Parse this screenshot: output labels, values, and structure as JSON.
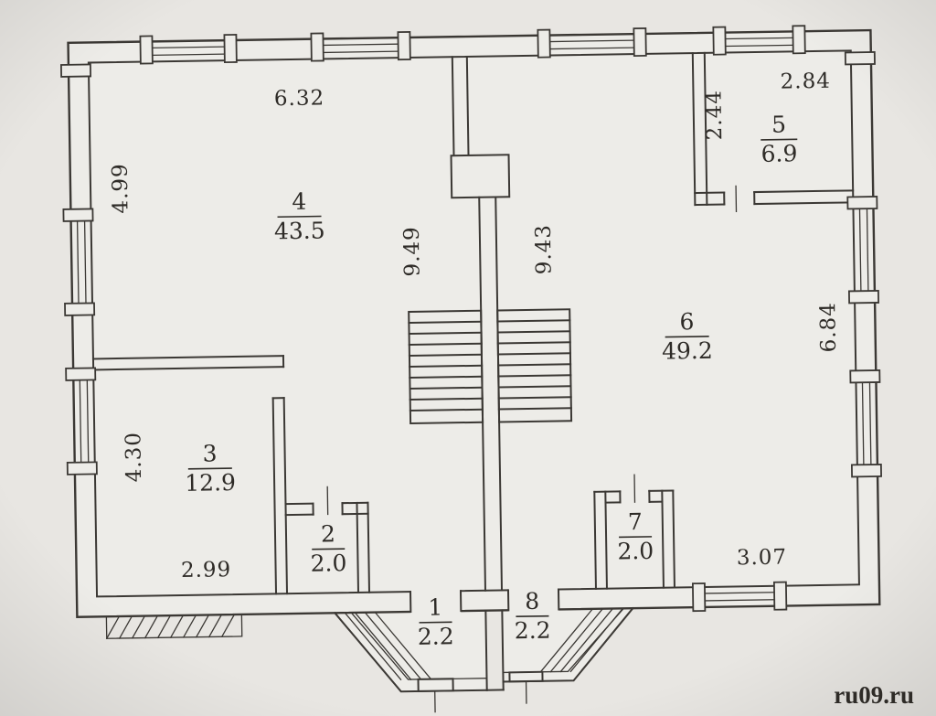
{
  "rooms": [
    {
      "number": "1",
      "area": "2.2"
    },
    {
      "number": "2",
      "area": "2.0"
    },
    {
      "number": "3",
      "area": "12.9"
    },
    {
      "number": "4",
      "area": "43.5"
    },
    {
      "number": "5",
      "area": "6.9"
    },
    {
      "number": "6",
      "area": "49.2"
    },
    {
      "number": "7",
      "area": "2.0"
    },
    {
      "number": "8",
      "area": "2.2"
    }
  ],
  "dimensions": {
    "room4_width_top": "6.32",
    "room4_height_left": "4.99",
    "hall_left_height": "9.49",
    "hall_right_height": "9.43",
    "room5_height_left": "2.44",
    "room5_width_top": "2.84",
    "room6_height_right": "6.84",
    "room3_height_left": "4.30",
    "room3_width_bottom": "2.99",
    "room6_width_bottom": "3.07"
  },
  "watermark": {
    "text": "ru09.ru",
    "color": "#8a332b"
  },
  "colors": {
    "paper": "#e8e6e2",
    "floor": "#edece8",
    "ink": "#3b3834"
  }
}
